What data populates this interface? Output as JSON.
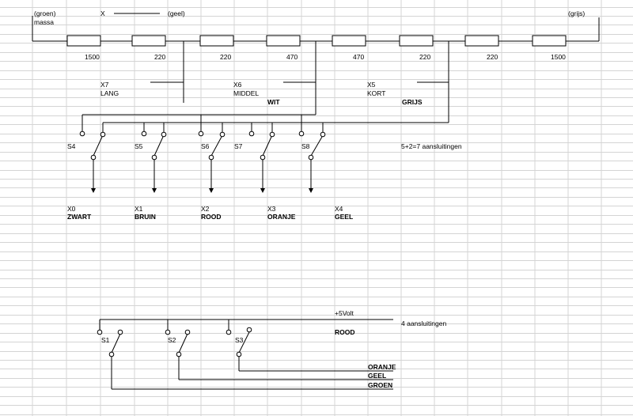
{
  "colors": {
    "grid": "#d4d4d4",
    "ink": "#000000",
    "background": "#ffffff"
  },
  "top_chain": {
    "left_label_1": "(groen)",
    "left_label_2": "massa",
    "x_label": "X",
    "x_label_color": "(geel)",
    "right_label": "(grijs)",
    "resistors": [
      "1500",
      "220",
      "220",
      "470",
      "470",
      "220",
      "220",
      "1500"
    ]
  },
  "taps": [
    {
      "id": "X7",
      "name": "LANG",
      "color": ""
    },
    {
      "id": "X6",
      "name": "MIDDEL",
      "color": "WIT"
    },
    {
      "id": "X5",
      "name": "KORT",
      "color": "GRIJS"
    }
  ],
  "switch_group_1": {
    "switches": [
      "S4",
      "S5",
      "S6",
      "S7",
      "S8"
    ],
    "note": "5+2=7 aansluitingen",
    "outputs": [
      {
        "id": "X0",
        "color": "ZWART"
      },
      {
        "id": "X1",
        "color": "BRUIN"
      },
      {
        "id": "X2",
        "color": "ROOD"
      },
      {
        "id": "X3",
        "color": "ORANJE"
      },
      {
        "id": "X4",
        "color": "GEEL"
      }
    ]
  },
  "switch_group_2": {
    "supply": "+5Volt",
    "note": "4 aansluitingen",
    "supply_color": "ROOD",
    "switches": [
      "S1",
      "S2",
      "S3"
    ],
    "wire_colors": [
      "ORANJE",
      "GEEL",
      "GROEN"
    ]
  }
}
